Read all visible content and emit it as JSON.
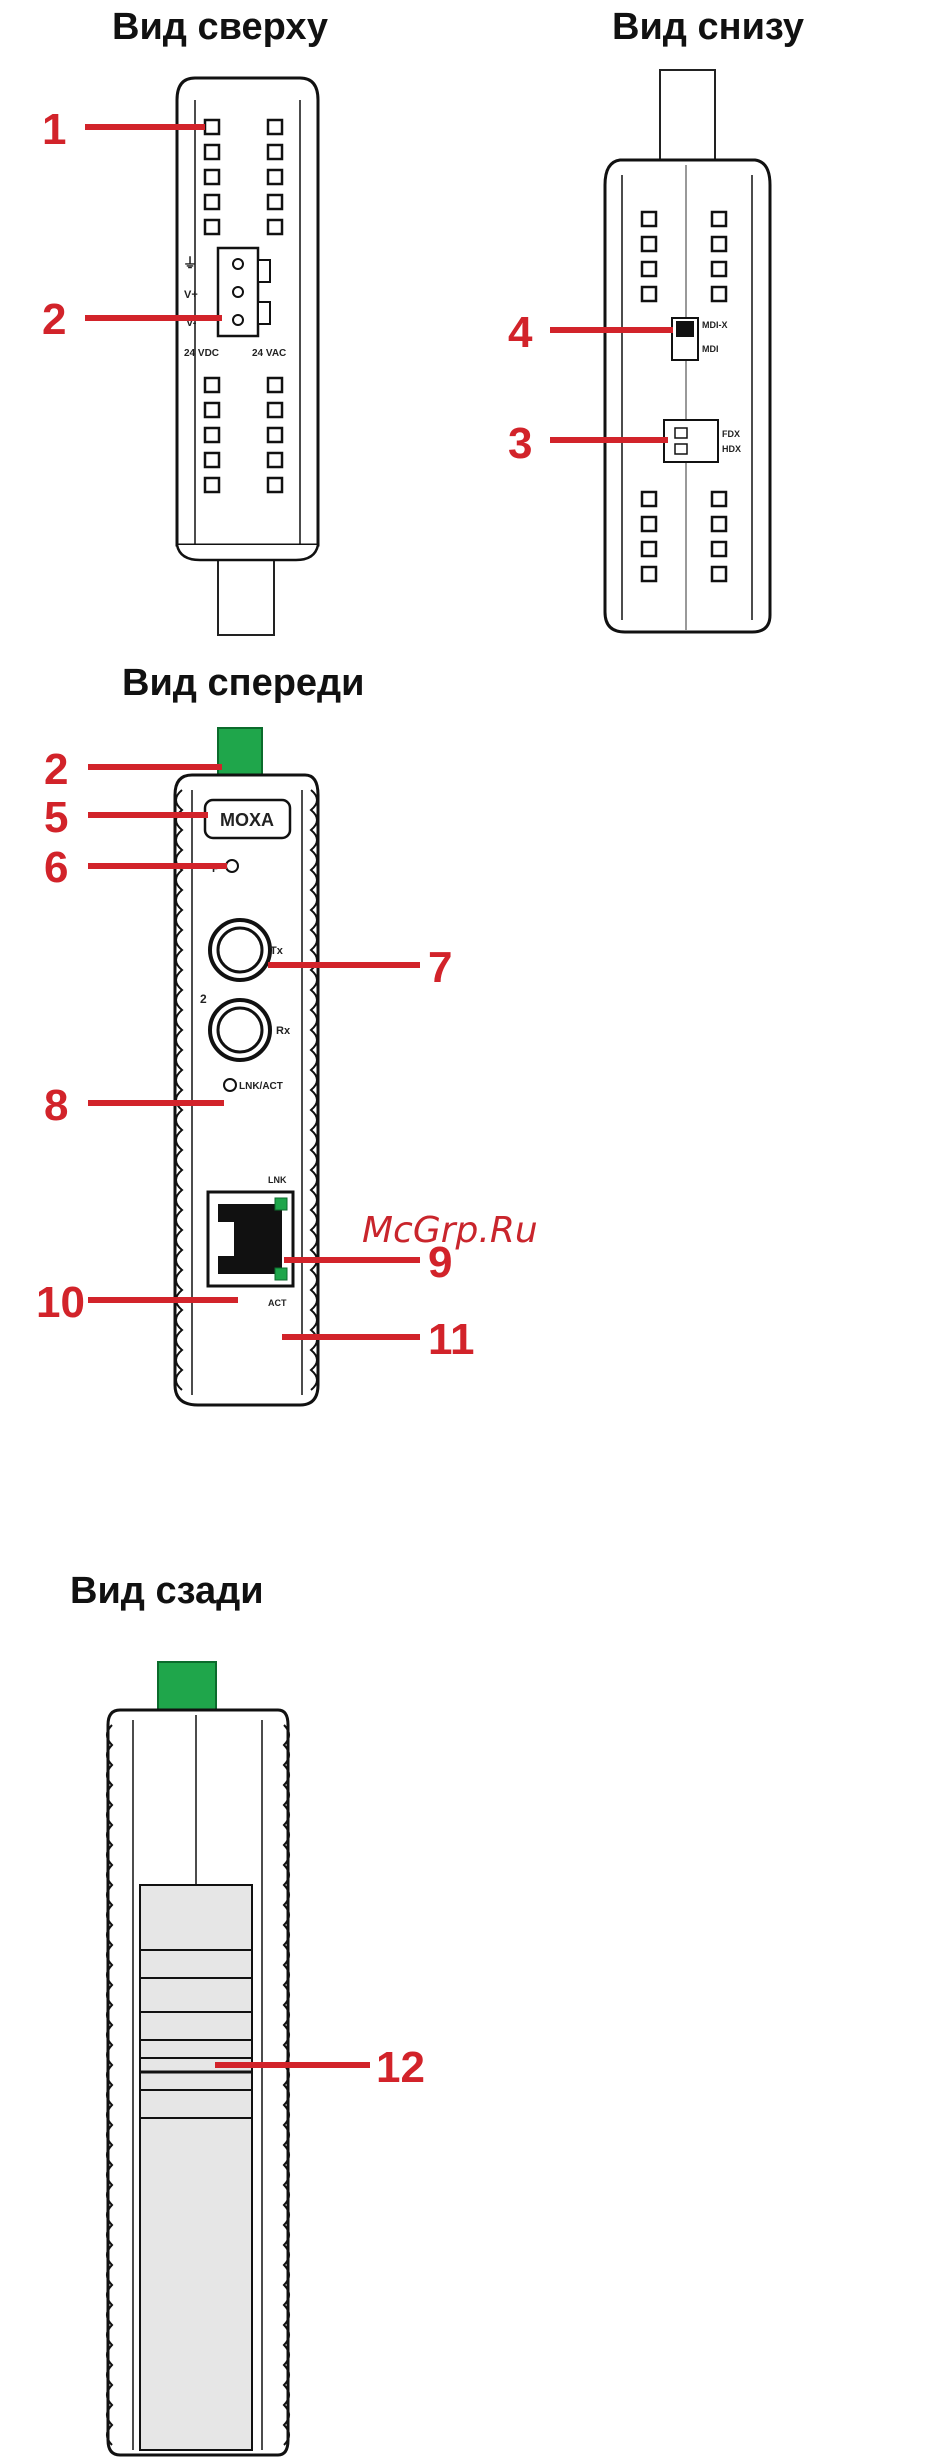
{
  "views": {
    "top": "Вид сверху",
    "bottom": "Вид снизу",
    "front": "Вид спереди",
    "rear": "Вид сзади"
  },
  "callouts": [
    "1",
    "2",
    "3",
    "4",
    "5",
    "6",
    "7",
    "8",
    "9",
    "10",
    "11",
    "12"
  ],
  "labels": {
    "ground": "⏚",
    "v_plus": "V+",
    "v_minus": "V-",
    "vdc": "24 VDC",
    "vac": "24 VAC",
    "mdix": "MDI-X",
    "mdi": "MDI",
    "fdx": "FDX",
    "hdx": "HDX",
    "brand": "MOXA",
    "power": "P",
    "port_num": "2",
    "tx": "Tx",
    "rx": "Rx",
    "lnk_act": "LNK/ACT",
    "lnk": "LNK",
    "act": "ACT"
  },
  "watermark": "McGrp.Ru",
  "colors": {
    "callout": "#d2232a",
    "green": "#1fa64b",
    "rear_panel": "#e6e6e6"
  }
}
